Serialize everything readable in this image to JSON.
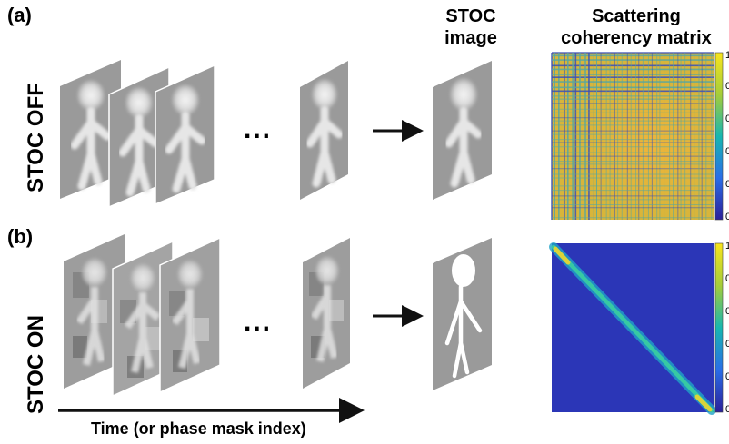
{
  "panels": {
    "a": "(a)",
    "b": "(b)"
  },
  "rows": {
    "off": "STOC OFF",
    "on": "STOC ON"
  },
  "headers": {
    "stoc_image": [
      "STOC",
      "image"
    ],
    "matrix": [
      "Scattering",
      "coherency matrix"
    ]
  },
  "ellipsis": "...",
  "time_axis": "Time (or phase mask index)",
  "colorbar_ticks": [
    "1",
    "0",
    "0",
    "0",
    "0",
    "0"
  ],
  "colors": {
    "frame": "#9a9a9a",
    "arrow": "#111111",
    "matrix_top_base": "#d9b53a",
    "matrix_bottom_base": "#2a2fb0"
  }
}
